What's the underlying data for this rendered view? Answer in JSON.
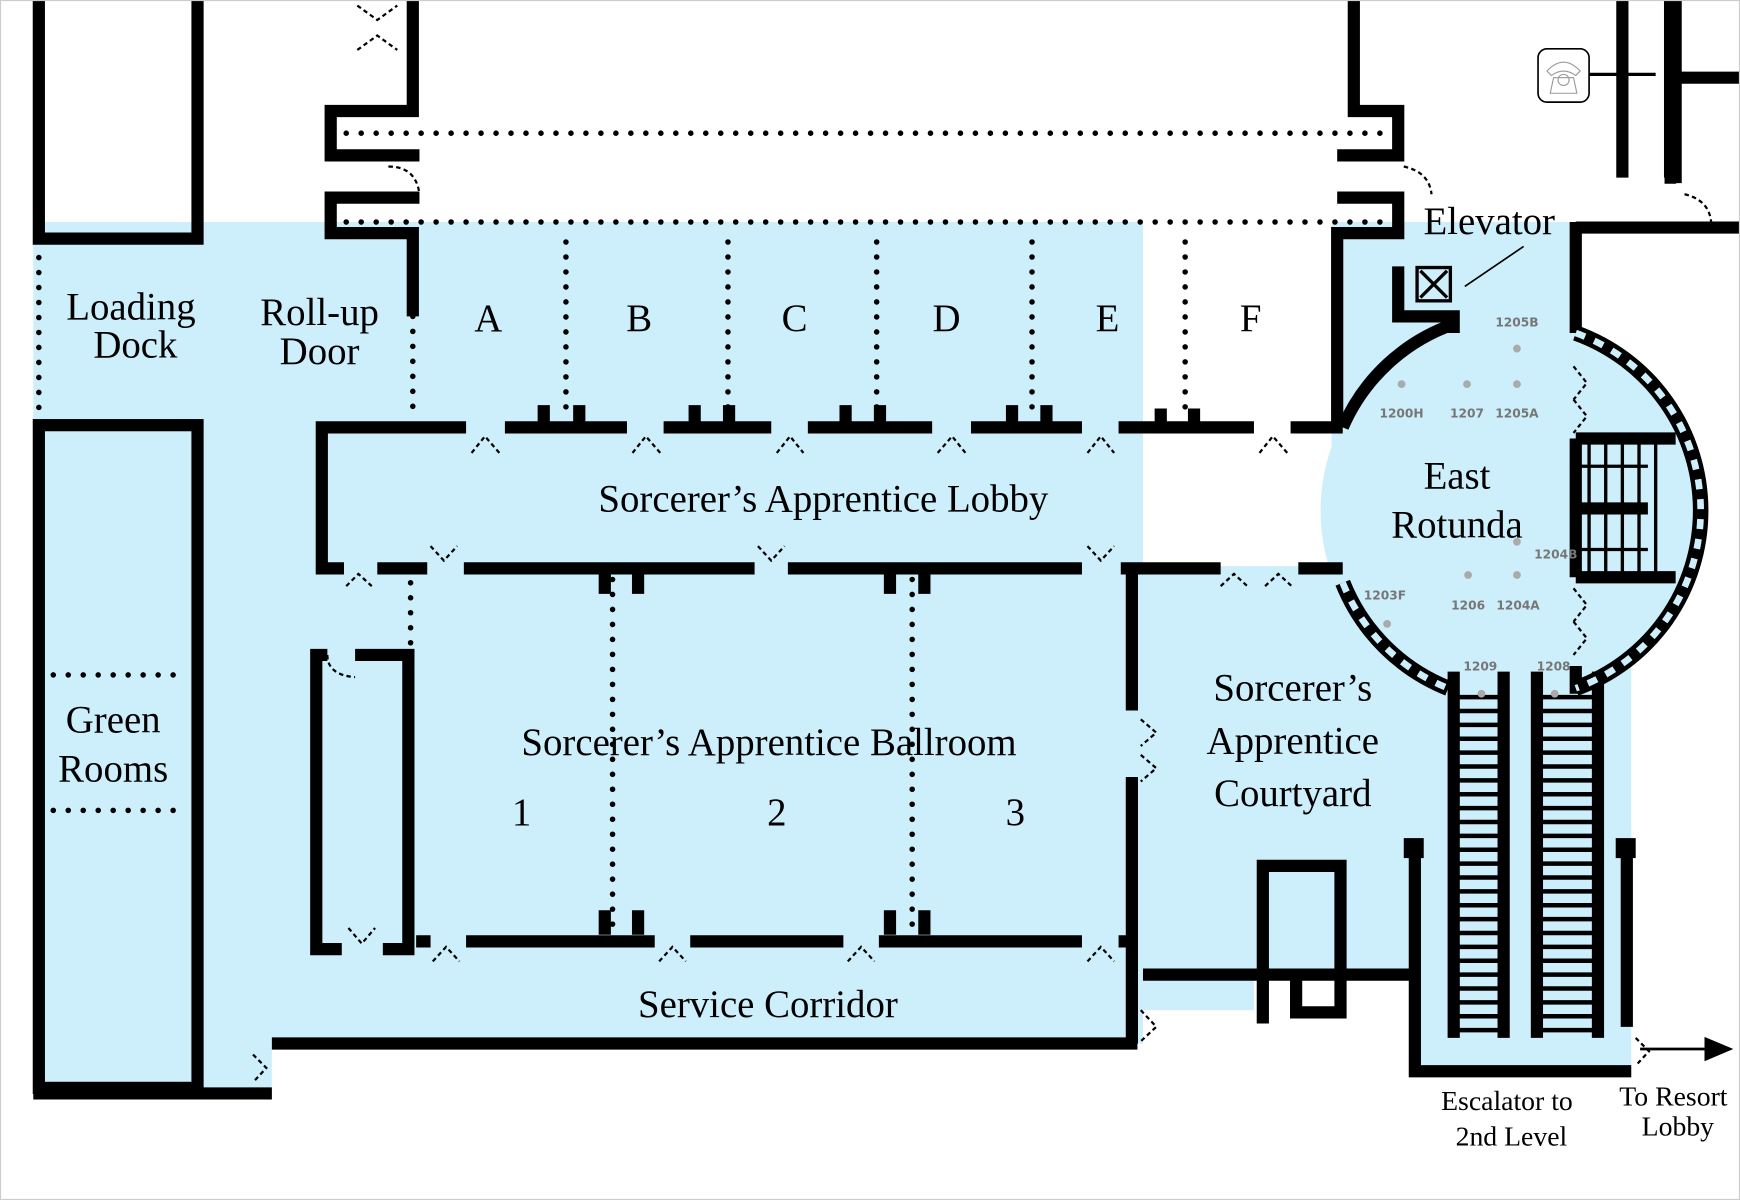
{
  "map": {
    "colors": {
      "floor": "#cdeefb",
      "wall": "#000000",
      "room_number": "#777777"
    },
    "areas": {
      "loading_dock": [
        "Loading",
        "Dock"
      ],
      "rollup_door": [
        "Roll-up",
        "Door"
      ],
      "green_rooms": [
        "Green",
        "Rooms"
      ],
      "lobby": "Sorcerer’s Apprentice Lobby",
      "ballroom": "Sorcerer’s Apprentice Ballroom",
      "courtyard": [
        "Sorcerer’s",
        "Apprentice",
        "Courtyard"
      ],
      "service_corridor": "Service Corridor",
      "east_rotunda": [
        "East",
        "Rotunda"
      ],
      "elevator": "Elevator",
      "escalator": [
        "Escalator to",
        "2nd Level"
      ],
      "resort_lobby": [
        "To Resort",
        "Lobby"
      ]
    },
    "lobby_sections": [
      "A",
      "B",
      "C",
      "D",
      "E",
      "F"
    ],
    "ballroom_sections": [
      "1",
      "2",
      "3"
    ],
    "room_numbers": [
      "1205B",
      "1200H",
      "1207",
      "1205A",
      "1204B",
      "1203F",
      "1206",
      "1204A",
      "1209",
      "1208"
    ],
    "icons": [
      "telephone-icon",
      "elevator-icon",
      "arrow-right-icon"
    ]
  }
}
